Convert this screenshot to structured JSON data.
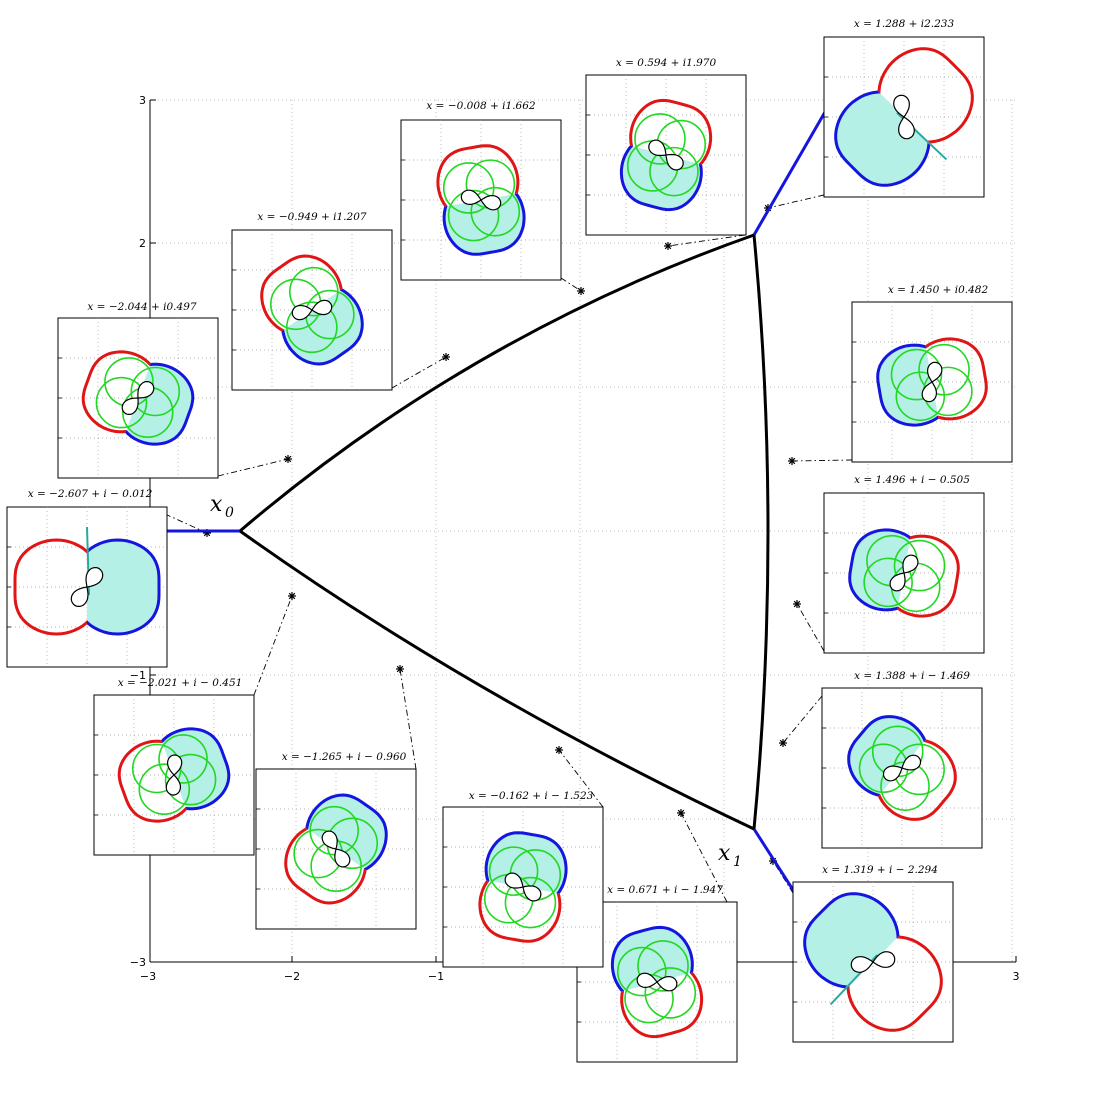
{
  "axes": {
    "x_ticks": [
      "−3",
      "−2",
      "−1",
      "3"
    ],
    "y_ticks": [
      "3",
      "2",
      "−1",
      "−3"
    ]
  },
  "labels": {
    "x0": "x",
    "x0_sub": "0",
    "x1": "x",
    "x1_sub": "1"
  },
  "colors": {
    "branch": "#1515e0",
    "arc": "#000000",
    "red": "#e01515",
    "blue": "#1515e0",
    "green": "#22d822",
    "fill": "#b4f0e6"
  },
  "insets": [
    {
      "caption": "x = 1.288 + i2.233",
      "angle": -45,
      "lobe": 1.15
    },
    {
      "caption": "x = 0.594 + i1.970",
      "angle": -75,
      "lobe": 1.0
    },
    {
      "caption": "x = −0.008 + i1.662",
      "angle": -100,
      "lobe": 1.0
    },
    {
      "caption": "x = −0.949 + i1.207",
      "angle": -125,
      "lobe": 1.0
    },
    {
      "caption": "x = −2.044 + i0.497",
      "angle": -160,
      "lobe": 1.0
    },
    {
      "caption": "x = −2.607 + i − 0.012",
      "angle": 180,
      "lobe": 1.15
    },
    {
      "caption": "x = 1.450 + i0.482",
      "angle": -10,
      "lobe": 1.0
    },
    {
      "caption": "x = 1.496 + i − 0.505",
      "angle": 10,
      "lobe": 1.0
    },
    {
      "caption": "x = 1.388 + i − 1.469",
      "angle": 40,
      "lobe": 1.0
    },
    {
      "caption": "x = 1.319 + i − 2.294",
      "angle": 45,
      "lobe": 1.15
    },
    {
      "caption": "x = 0.671 + i − 1.947",
      "angle": 75,
      "lobe": 1.0
    },
    {
      "caption": "x = −0.162 + i − 1.523",
      "angle": 100,
      "lobe": 1.0
    },
    {
      "caption": "x = −1.265 + i − 0.960",
      "angle": 125,
      "lobe": 1.0
    },
    {
      "caption": "x = −2.021 + i − 0.451",
      "angle": 160,
      "lobe": 1.0
    }
  ]
}
